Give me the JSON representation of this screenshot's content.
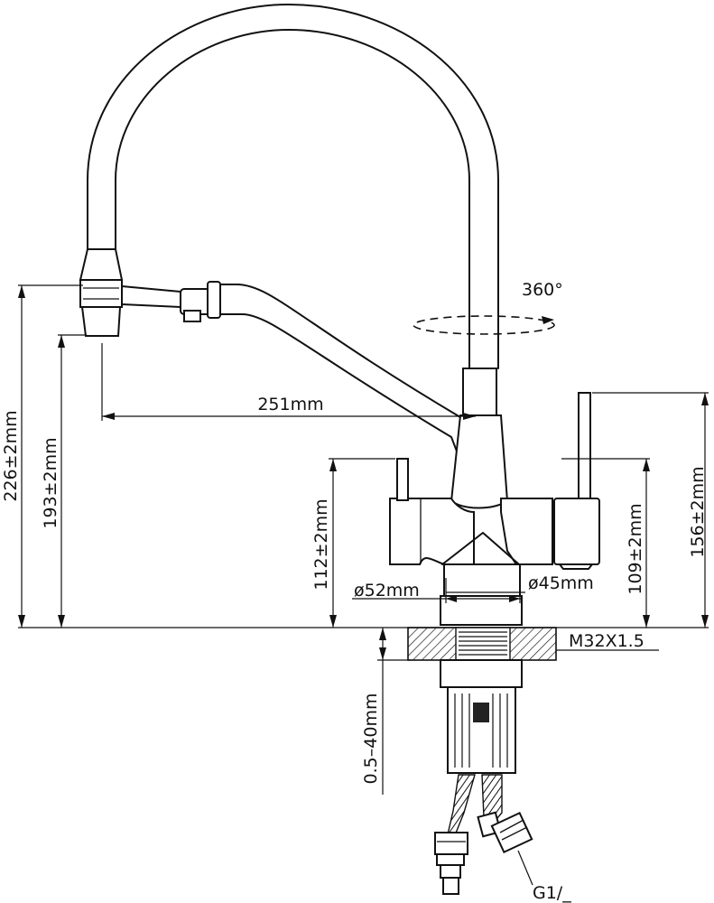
{
  "labels": {
    "rotation": "360°",
    "reach": "251mm",
    "total_height": "226±2mm",
    "spout_height": "193±2mm",
    "left_handle_height": "112±2mm",
    "right_handle_height": "109±2mm",
    "filter_handle_height": "156±2mm",
    "body_diameter": "ø52mm",
    "base_diameter": "ø45mm",
    "thread": "M32X1.5",
    "deck_thickness": "0.5–40mm",
    "connection": "G1/_"
  }
}
